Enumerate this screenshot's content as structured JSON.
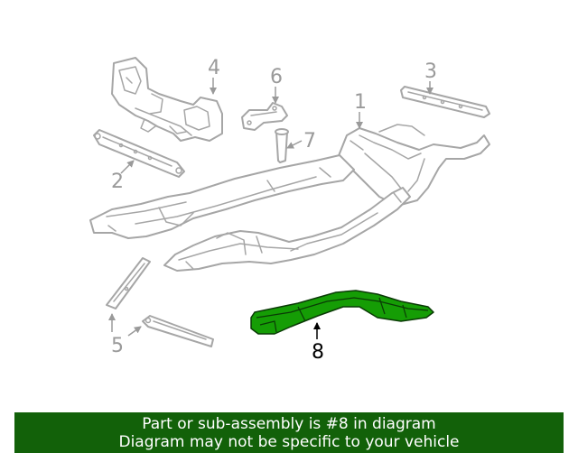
{
  "diagram": {
    "callouts": {
      "c1": "1",
      "c2": "2",
      "c3": "3",
      "c4": "4",
      "c5": "5",
      "c6": "6",
      "c7": "7",
      "c8": "8"
    },
    "highlighted_callout": "8"
  },
  "colors": {
    "highlight_part": "#159d05",
    "banner_background": "#126109",
    "banner_text": "#ffffff",
    "line_art": "#a6a6a6"
  },
  "banner": {
    "line1": "Part or sub-assembly is #8 in diagram",
    "line2": "Diagram may not be specific to your vehicle"
  }
}
